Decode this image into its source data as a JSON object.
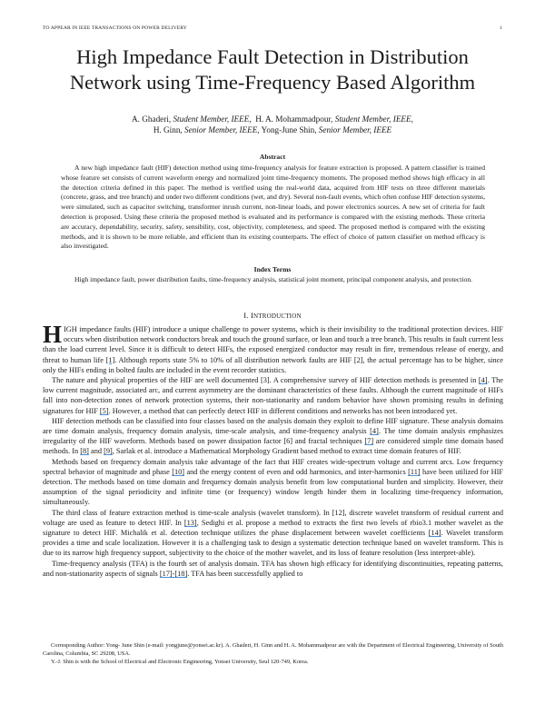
{
  "running_head": {
    "journal": "TO APPEAR IN IEEE TRANSACTIONS ON POWER DELIVERY",
    "page_number": "1"
  },
  "title": {
    "line1": "High Impedance Fault Detection in Distribution",
    "line2": "Network using Time-Frequency Based Algorithm"
  },
  "authors": [
    {
      "name": "A. Ghaderi,",
      "role": "Student Member, IEEE,"
    },
    {
      "name": "H. A. Mohammadpour,",
      "role": "Student Member, IEEE,"
    },
    {
      "name": "H. Ginn,",
      "role": "Senior Member, IEEE,"
    },
    {
      "name": "Yong-June Shin,",
      "role": "Senior Member, IEEE"
    }
  ],
  "abstract": {
    "heading": "Abstract",
    "text": "A new high impedance fault (HIF) detection method using time-frequency analysis for feature extraction is proposed. A pattern classifier is trained whose feature set consists of current waveform energy and normalized joint time-frequency moments. The proposed method shows high efficacy in all the detection criteria defined in this paper. The method is verified using the real-world data, acquired from HIF tests on three different materials (concrete, grass, and tree branch) and under two different conditions (wet, and dry). Several non-fault events, which often confuse HIF detection systems, were simulated, such as capacitor switching, transformer inrush current, non-linear loads, and power electronics sources. A new set of criteria for fault detection is proposed. Using these criteria the proposed method is evaluated and its performance is compared with the existing methods. These criteria are accuracy, dependability, security, safety, sensibility, cost, objectivity, completeness, and speed. The proposed method is compared with the existing methods, and it is shown to be more reliable, and efficient than its existing counterparts. The effect of choice of pattern classifier on method efficacy is also investigated."
  },
  "index_terms": {
    "heading": "Index Terms",
    "text": "High impedance fault, power distribution faults, time-frequency analysis, statistical joint moment, principal component analysis, and protection."
  },
  "introduction": {
    "number": "I.",
    "heading_first": "I",
    "heading_rest": "NTRODUCTION",
    "dropcap": "H",
    "p1": {
      "a": "IGH impedance faults (HIF) introduce a unique challenge to power systems, which is their invisibility to the traditional protection devices. HIF occurs when distribution network conductors break and touch the ground surface, or lean and touch a tree branch. This results in fault current less than the load current level. Since it is difficult to detect HIFs, the exposed energized conductor may result in fire, tremendous release of energy, and threat to human life ",
      "c1": "[1]",
      "b": ". Although reports state 5% to 10% of all distribution network faults are HIF [2], the actual percentage has to be higher, since only the HIFs ending in bolted faults are included in the event recorder statistics."
    },
    "p2": {
      "a": "The nature and physical properties of the HIF are well documented [3]. A comprehensive survey of HIF detection methods is presented in ",
      "c1": "[4]",
      "b": ". The low current magnitude, associated arc, and current asymmetry are the dominant characteristics of these faults. Although the current magnitude of HIFs fall into non-detection zones of network protection systems, their non-stationarity and random behavior have shown promising results in defining signatures for HIF ",
      "c2": "[5]",
      "c": ". However, a method that can perfectly detect HIF in different conditions and networks has not been introduced yet."
    },
    "p3": {
      "a": "HIF detection methods can be classified into four classes based on the analysis domain they exploit to define HIF signature. These analysis domains are time domain analysis, frequency domain analysis, time-scale analysis, and time-frequency analysis ",
      "c1": "[4]",
      "b": ". The time domain analysis emphasizes irregularity of the HIF waveform. Methods based on power dissipation factor [6] and fractal techniques ",
      "c2": "[7]",
      "c": " are considered simple time domain based methods. In ",
      "c3": "[8]",
      "d": " and ",
      "c4": "[9]",
      "e": ", Sarlak et al. introduce a Mathematical Morphology Gradient based method to extract time domain features of HIF."
    },
    "p4": {
      "a": "Methods based on frequency domain analysis take advantage of the fact that HIF creates wide-spectrum voltage and current arcs. Low frequency spectral behavior of magnitude and phase ",
      "c1": "[10]",
      "b": " and the energy content of even and odd harmonics, and inter-harmonics ",
      "c2": "[11]",
      "c": " have been utilized for HIF detection. The methods based on time domain and frequency domain analysis benefit from low computational burden and simplicity. However, their assumption of the signal periodicity and infinite time (or frequency) window length hinder them in localizing time-frequency information, simultaneously."
    },
    "p5": {
      "a": "The third class of feature extraction method is time-scale analysis (wavelet transform). In [12], discrete wavelet transform of residual current and voltage are used as feature to detect HIF. In ",
      "c1": "[13]",
      "b": ", Sedighi et al. propose a method to extracts the first two levels of rbio3.1 mother wavelet as the signature to detect HIF. Michalik et al. detection technique utilizes the phase displacement between wavelet coefficients ",
      "c2": "[14]",
      "c": ". Wavelet transform provides a time and scale localization. However it is a challenging task to design a systematic detection technique based on wavelet transform. This is due to its narrow high frequency support, subjectivity to the choice of the mother wavelet, and its loss of feature resolution (less interpret-able)."
    },
    "p6": {
      "a": "Time-frequency analysis (TFA) is the fourth set of analysis domain. TFA has shown high efficacy for identifying discontinuities, repeating patterns, and non-stationarity aspects of signals ",
      "c1": "[17]-[18]",
      "b": ". TFA has been successfully applied to"
    }
  },
  "footnotes": {
    "f1": "Corresponding Author: Yong- June Shin (e-mail: yongjune@yonsei.ac.kr). A. Ghaderi, H. Ginn and H. A. Mohammadpour are with the Department of Electrical Engineering, University of South Carolina, Columbia, SC 29208, USA.",
    "f2": "Y.-J. Shin is with the School of Electrical and Electronic Engineering, Yonsei University, Seul 120-749, Korea."
  },
  "colors": {
    "text": "#1a1a1a",
    "citation_underline": "#4a90d9",
    "background": "#ffffff"
  }
}
